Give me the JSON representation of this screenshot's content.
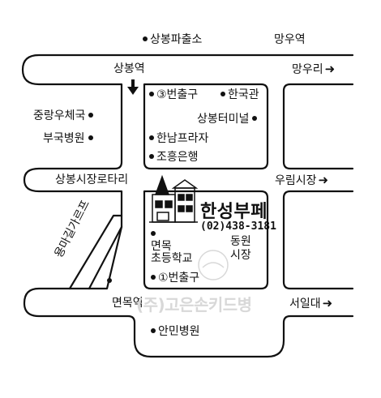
{
  "colors": {
    "ink": "#111111",
    "road_fill": "#ffffff",
    "watermark": "#d8d8d8"
  },
  "icons": [
    "right-arrow-icon",
    "down-arrow-icon",
    "circle-1-icon",
    "circle-3-icon",
    "building-icon"
  ],
  "landmarks": {
    "police_box": "상봉파출소",
    "mangu_station_top": "망우역",
    "sangbong_station": "상봉역",
    "mangu_ri": "망우리",
    "exit3": "③번출구",
    "hanguk_gwan": "한국관",
    "jungnang_post": "중랑우체국",
    "sangbong_terminal": "상봉터미널",
    "bu_hospital": "부국병원",
    "hannam_plaza": "한남프라자",
    "joheung_bank": "조흥은행",
    "market_rotary": "상봉시장로타리",
    "urim_market": "우림시장",
    "mongmok_school_line1": "면목",
    "mongmok_school_line2": "초등학교",
    "dongwon_line1": "동원",
    "dongwon_line2": "시장",
    "exit1": "①번출구",
    "mongmok_station": "면목역",
    "seoil_univ": "서일대",
    "anmin_hospital": "안민병원",
    "yongma_road": "용마길가르프"
  },
  "shop": {
    "name": "한성부페",
    "phone": "(02)438-3181"
  },
  "watermark": "(주)고은손키드병"
}
